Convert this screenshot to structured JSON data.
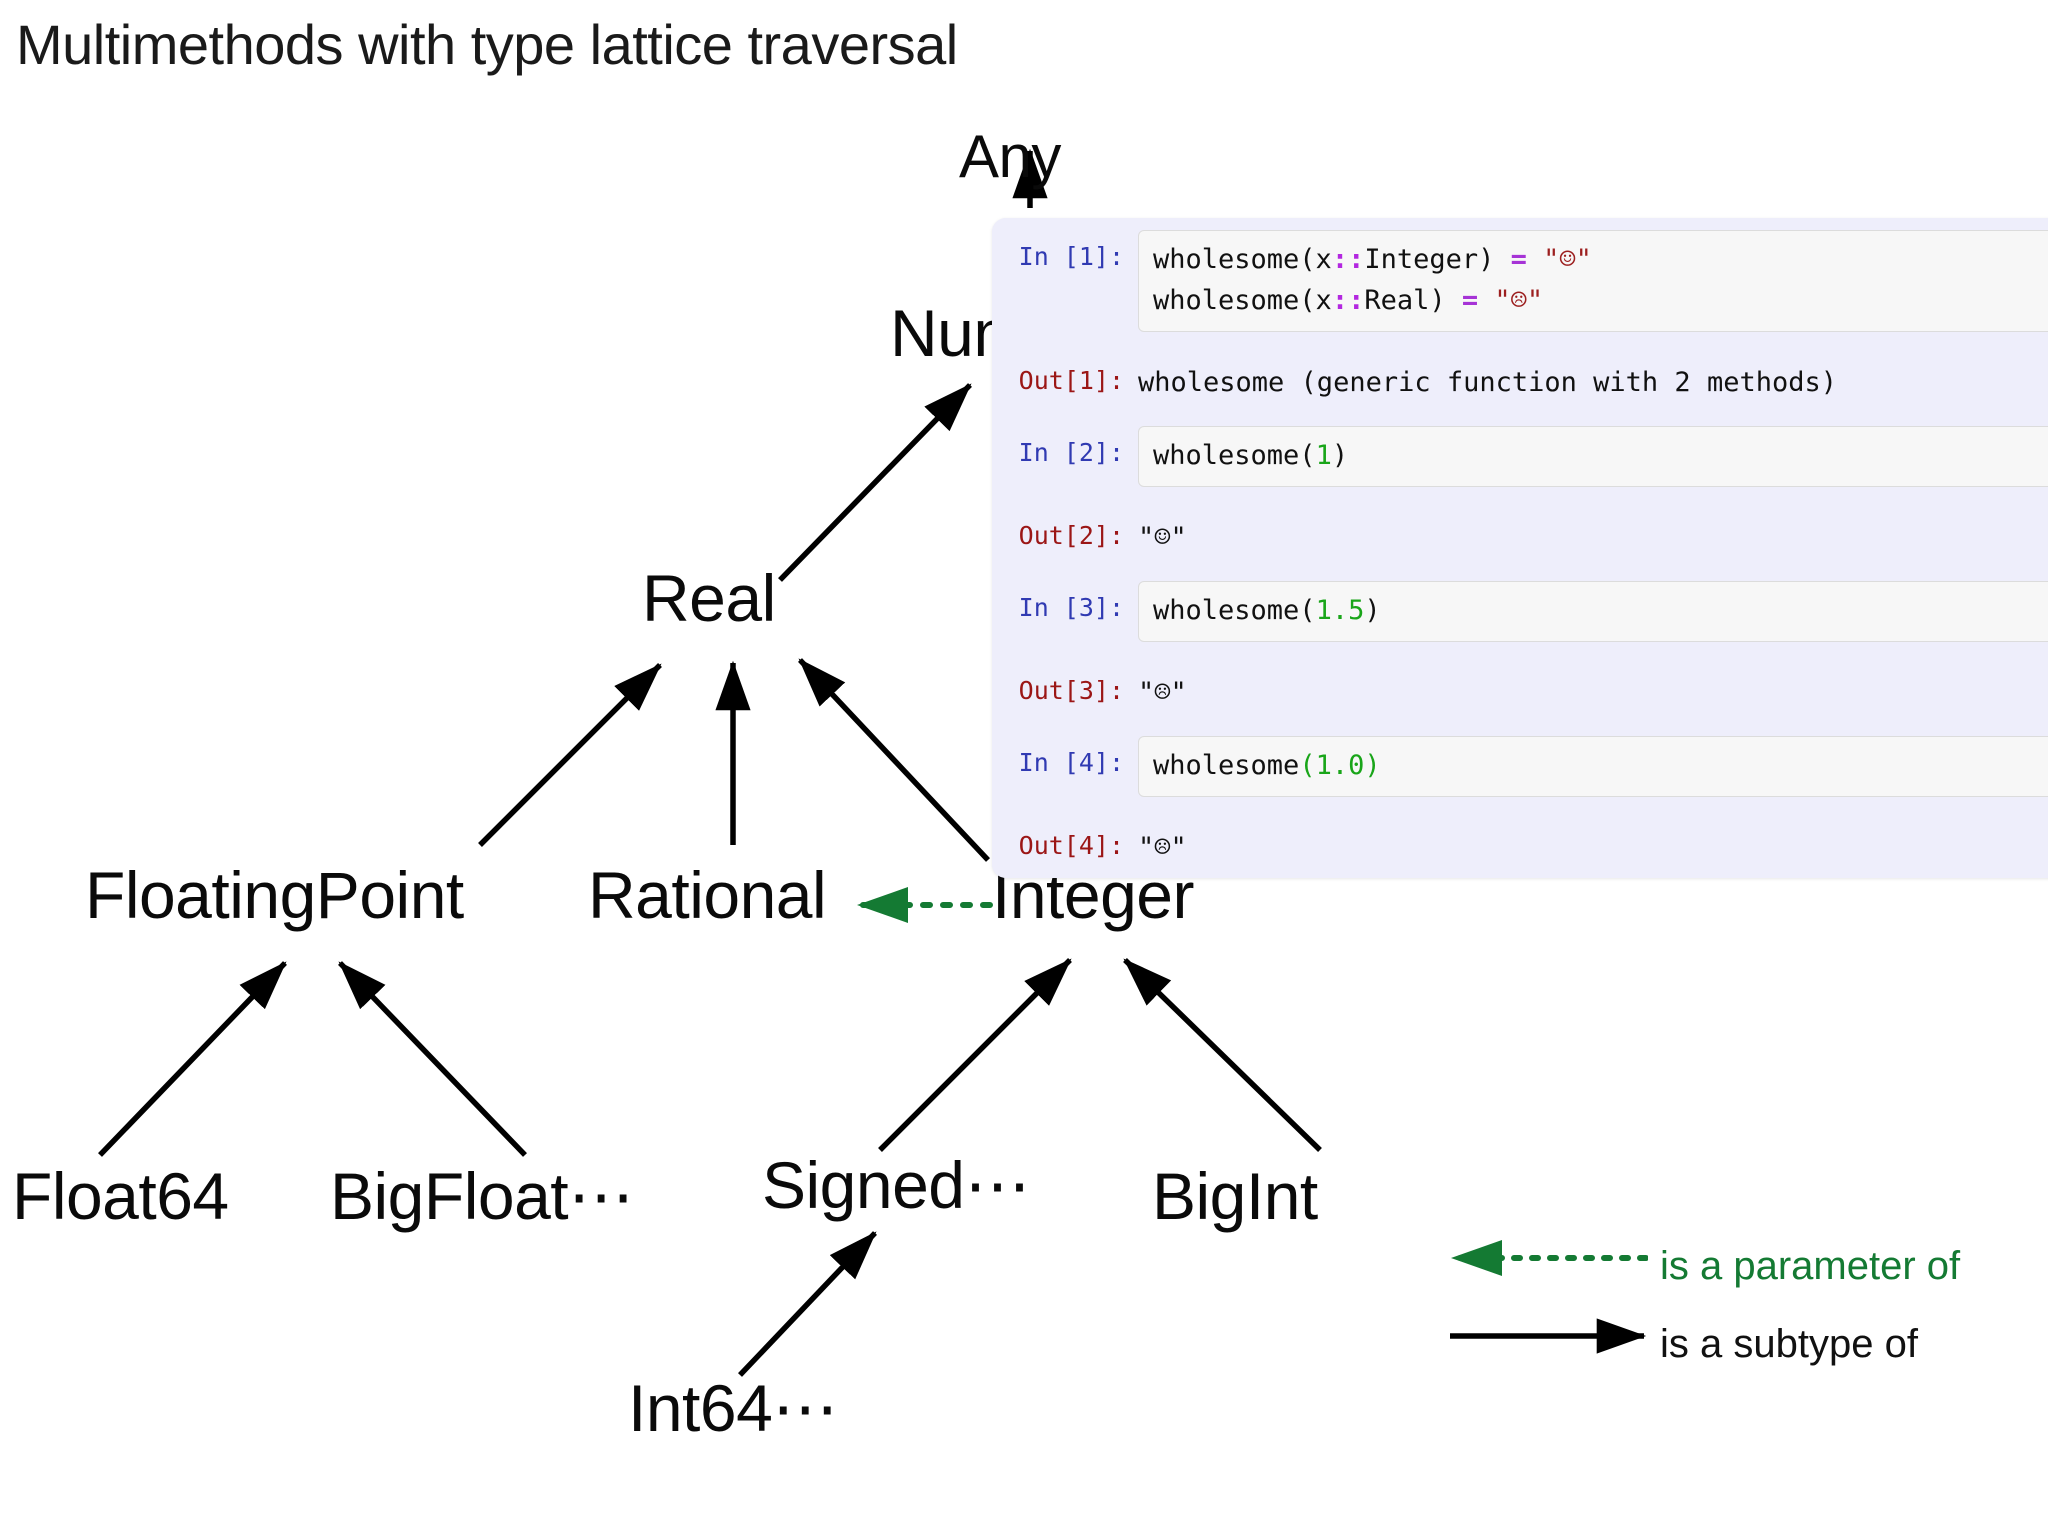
{
  "slide": {
    "title": "Multimethods with type lattice traversal"
  },
  "lattice": {
    "nodes": [
      {
        "id": "any",
        "label": "Any"
      },
      {
        "id": "number",
        "label": "Number"
      },
      {
        "id": "real",
        "label": "Real"
      },
      {
        "id": "floatingpoint",
        "label": "FloatingPoint"
      },
      {
        "id": "rational",
        "label": "Rational"
      },
      {
        "id": "integer",
        "label": "Integer"
      },
      {
        "id": "float64",
        "label": "Float64"
      },
      {
        "id": "bigfloat",
        "label": "BigFloat⋯"
      },
      {
        "id": "signed",
        "label": "Signed⋯"
      },
      {
        "id": "bigint",
        "label": "BigInt"
      },
      {
        "id": "int64",
        "label": "Int64⋯"
      }
    ],
    "subtype_edges": [
      {
        "from": "number",
        "to": "any"
      },
      {
        "from": "real",
        "to": "number"
      },
      {
        "from": "floatingpoint",
        "to": "real"
      },
      {
        "from": "rational",
        "to": "real"
      },
      {
        "from": "integer",
        "to": "real"
      },
      {
        "from": "float64",
        "to": "floatingpoint"
      },
      {
        "from": "bigfloat",
        "to": "floatingpoint"
      },
      {
        "from": "signed",
        "to": "integer"
      },
      {
        "from": "bigint",
        "to": "integer"
      },
      {
        "from": "int64",
        "to": "signed"
      }
    ],
    "parameter_edges": [
      {
        "from": "rational",
        "to": "integer"
      }
    ]
  },
  "notebook": {
    "cells": [
      {
        "kind": "input",
        "prompt": "In [1]:",
        "lines": [
          [
            {
              "t": "wholesome(x",
              "c": "plain"
            },
            {
              "t": "::",
              "c": "colons"
            },
            {
              "t": "Integer) ",
              "c": "plain"
            },
            {
              "t": "=",
              "c": "op"
            },
            {
              "t": " ",
              "c": "plain"
            },
            {
              "t": "\"☺\"",
              "c": "str"
            }
          ],
          [
            {
              "t": "wholesome(x",
              "c": "plain"
            },
            {
              "t": "::",
              "c": "colons"
            },
            {
              "t": "Real) ",
              "c": "plain"
            },
            {
              "t": "=",
              "c": "op"
            },
            {
              "t": " ",
              "c": "plain"
            },
            {
              "t": "\"☹\"",
              "c": "str"
            }
          ]
        ]
      },
      {
        "kind": "output",
        "prompt": "Out[1]:",
        "text": "wholesome (generic function with 2 methods)"
      },
      {
        "kind": "input",
        "prompt": "In [2]:",
        "lines": [
          [
            {
              "t": "wholesome(",
              "c": "plain"
            },
            {
              "t": "1",
              "c": "num"
            },
            {
              "t": ")",
              "c": "plain"
            }
          ]
        ]
      },
      {
        "kind": "output",
        "prompt": "Out[2]:",
        "text": "\"☺\""
      },
      {
        "kind": "input",
        "prompt": "In [3]:",
        "lines": [
          [
            {
              "t": "wholesome(",
              "c": "plain"
            },
            {
              "t": "1.5",
              "c": "num"
            },
            {
              "t": ")",
              "c": "plain"
            }
          ]
        ]
      },
      {
        "kind": "output",
        "prompt": "Out[3]:",
        "text": "\"☹\""
      },
      {
        "kind": "input",
        "prompt": "In [4]:",
        "lines": [
          [
            {
              "t": "wholesome",
              "c": "plain"
            },
            {
              "t": "(1.0)",
              "c": "paren-green"
            }
          ]
        ]
      },
      {
        "kind": "output",
        "prompt": "Out[4]:",
        "text": "\"☹\""
      }
    ]
  },
  "legend": {
    "items": [
      {
        "label": "is a parameter of",
        "style": "dotted-green-left-arrow",
        "color": "#147a33"
      },
      {
        "label": "is a subtype of",
        "style": "solid-black-right-arrow",
        "color": "#111111"
      }
    ]
  },
  "colors": {
    "notebook_background": "#eeeefb",
    "code_background": "#f7f7f7",
    "prompt_in": "#303ab2",
    "prompt_out": "#9b1616",
    "string_literal": "#9c1f1f",
    "number_literal": "#19a519",
    "operator": "#a633d6",
    "parameter_edge": "#147a33",
    "subtype_edge": "#000000"
  }
}
